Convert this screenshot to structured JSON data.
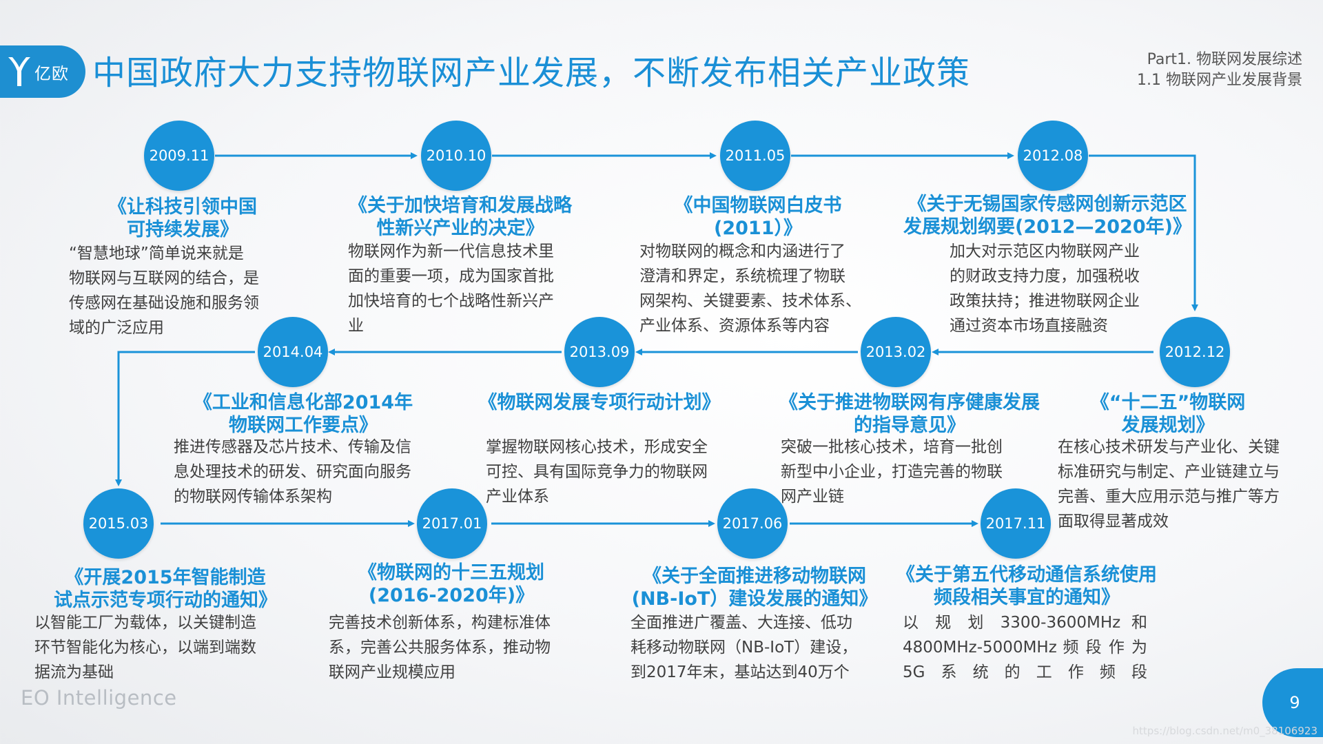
{
  "header": {
    "logo_text": "亿欧",
    "title": "中国政府大力支持物联网产业发展，不断发布相关产业政策",
    "section_line1": "Part1. 物联网发展综述",
    "section_line2": "1.1 物联网产业发展背景"
  },
  "events": [
    {
      "date": "2009.11",
      "title_lines": [
        "《让科技引领中国",
        "可持续发展》"
      ],
      "desc_lines": [
        "“智慧地球”简单说来就是",
        "物联网与互联网的结合，是",
        "传感网在基础设施和服务领",
        "域的广泛应用"
      ]
    },
    {
      "date": "2010.10",
      "title_lines": [
        "《关于加快培育和发展战略",
        "性新兴产业的决定》"
      ],
      "desc_lines": [
        "物联网作为新一代信息技术里",
        "面的重要一项，成为国家首批",
        "加快培育的七个战略性新兴产",
        "业"
      ]
    },
    {
      "date": "2011.05",
      "title_lines": [
        "《中国物联网白皮书",
        "(2011）》"
      ],
      "desc_lines": [
        "对物联网的概念和内涵进行了",
        "澄清和界定，系统梳理了物联",
        "网架构、关键要素、技术体系、",
        "产业体系、资源体系等内容"
      ]
    },
    {
      "date": "2012.08",
      "title_lines": [
        "《关于无锡国家传感网创新示范区",
        "发展规划纲要(2012—2020年)》"
      ],
      "desc_lines": [
        "加大对示范区内物联网产业",
        "的财政支持力度，加强税收",
        "政策扶持；推进物联网企业",
        "通过资本市场直接融资"
      ]
    },
    {
      "date": "2012.12",
      "title_lines": [
        "《“十二五”物联网",
        "发展规划》"
      ],
      "desc_lines": [
        "在核心技术研发与产业化、关键",
        "标准研究与制定、产业链建立与",
        "完善、重大应用示范与推广等方",
        "面取得显著成效"
      ]
    },
    {
      "date": "2013.02",
      "title_lines": [
        "《关于推进物联网有序健康发展",
        "的指导意见》"
      ],
      "desc_lines": [
        "突破一批核心技术，培育一批创",
        "新型中小企业，打造完善的物联",
        "网产业链"
      ]
    },
    {
      "date": "2013.09",
      "title_lines": [
        "《物联网发展专项行动计划》"
      ],
      "desc_lines": [
        "掌握物联网核心技术，形成安全",
        "可控、具有国际竞争力的物联网",
        "产业体系"
      ]
    },
    {
      "date": "2014.04",
      "title_lines": [
        "《工业和信息化部2014年",
        "物联网工作要点》"
      ],
      "desc_lines": [
        "推进传感器及芯片技术、传输及信",
        "息处理技术的研发、研究面向服务",
        "的物联网传输体系架构"
      ]
    },
    {
      "date": "2015.03",
      "title_lines": [
        "《开展2015年智能制造",
        "试点示范专项行动的通知》"
      ],
      "desc_lines": [
        "以智能工厂为载体，以关键制造",
        "环节智能化为核心，以端到端数",
        "据流为基础"
      ]
    },
    {
      "date": "2017.01",
      "title_lines": [
        "《物联网的十三五规划",
        "(2016-2020年)》"
      ],
      "desc_lines": [
        "完善技术创新体系，构建标准体",
        "系，完善公共服务体系，推动物",
        "联网产业规模应用"
      ]
    },
    {
      "date": "2017.06",
      "title_lines": [
        "《关于全面推进移动物联网",
        "(NB-IoT）建设发展的通知》"
      ],
      "desc_lines": [
        "全面推进广覆盖、大连接、低功",
        "耗移动物联网（NB-IoT）建设，",
        "到2017年末，基站达到40万个"
      ]
    },
    {
      "date": "2017.11",
      "title_lines": [
        "《关于第五代移动通信系统使用",
        "频段相关事宜的通知》"
      ],
      "desc_lines": [
        "以 规 划 3300-3600MHz 和",
        "4800MHz-5000MHz 频 段 作 为",
        "5G系统的工作频段"
      ]
    }
  ],
  "footer": {
    "brand": "EO Intelligence",
    "page_number": "9",
    "watermark": "https://blog.csdn.net/m0_38106923"
  },
  "colors": {
    "accent": "#1a93d9",
    "title_blue": "#1a90d6",
    "body_text": "#404040"
  }
}
